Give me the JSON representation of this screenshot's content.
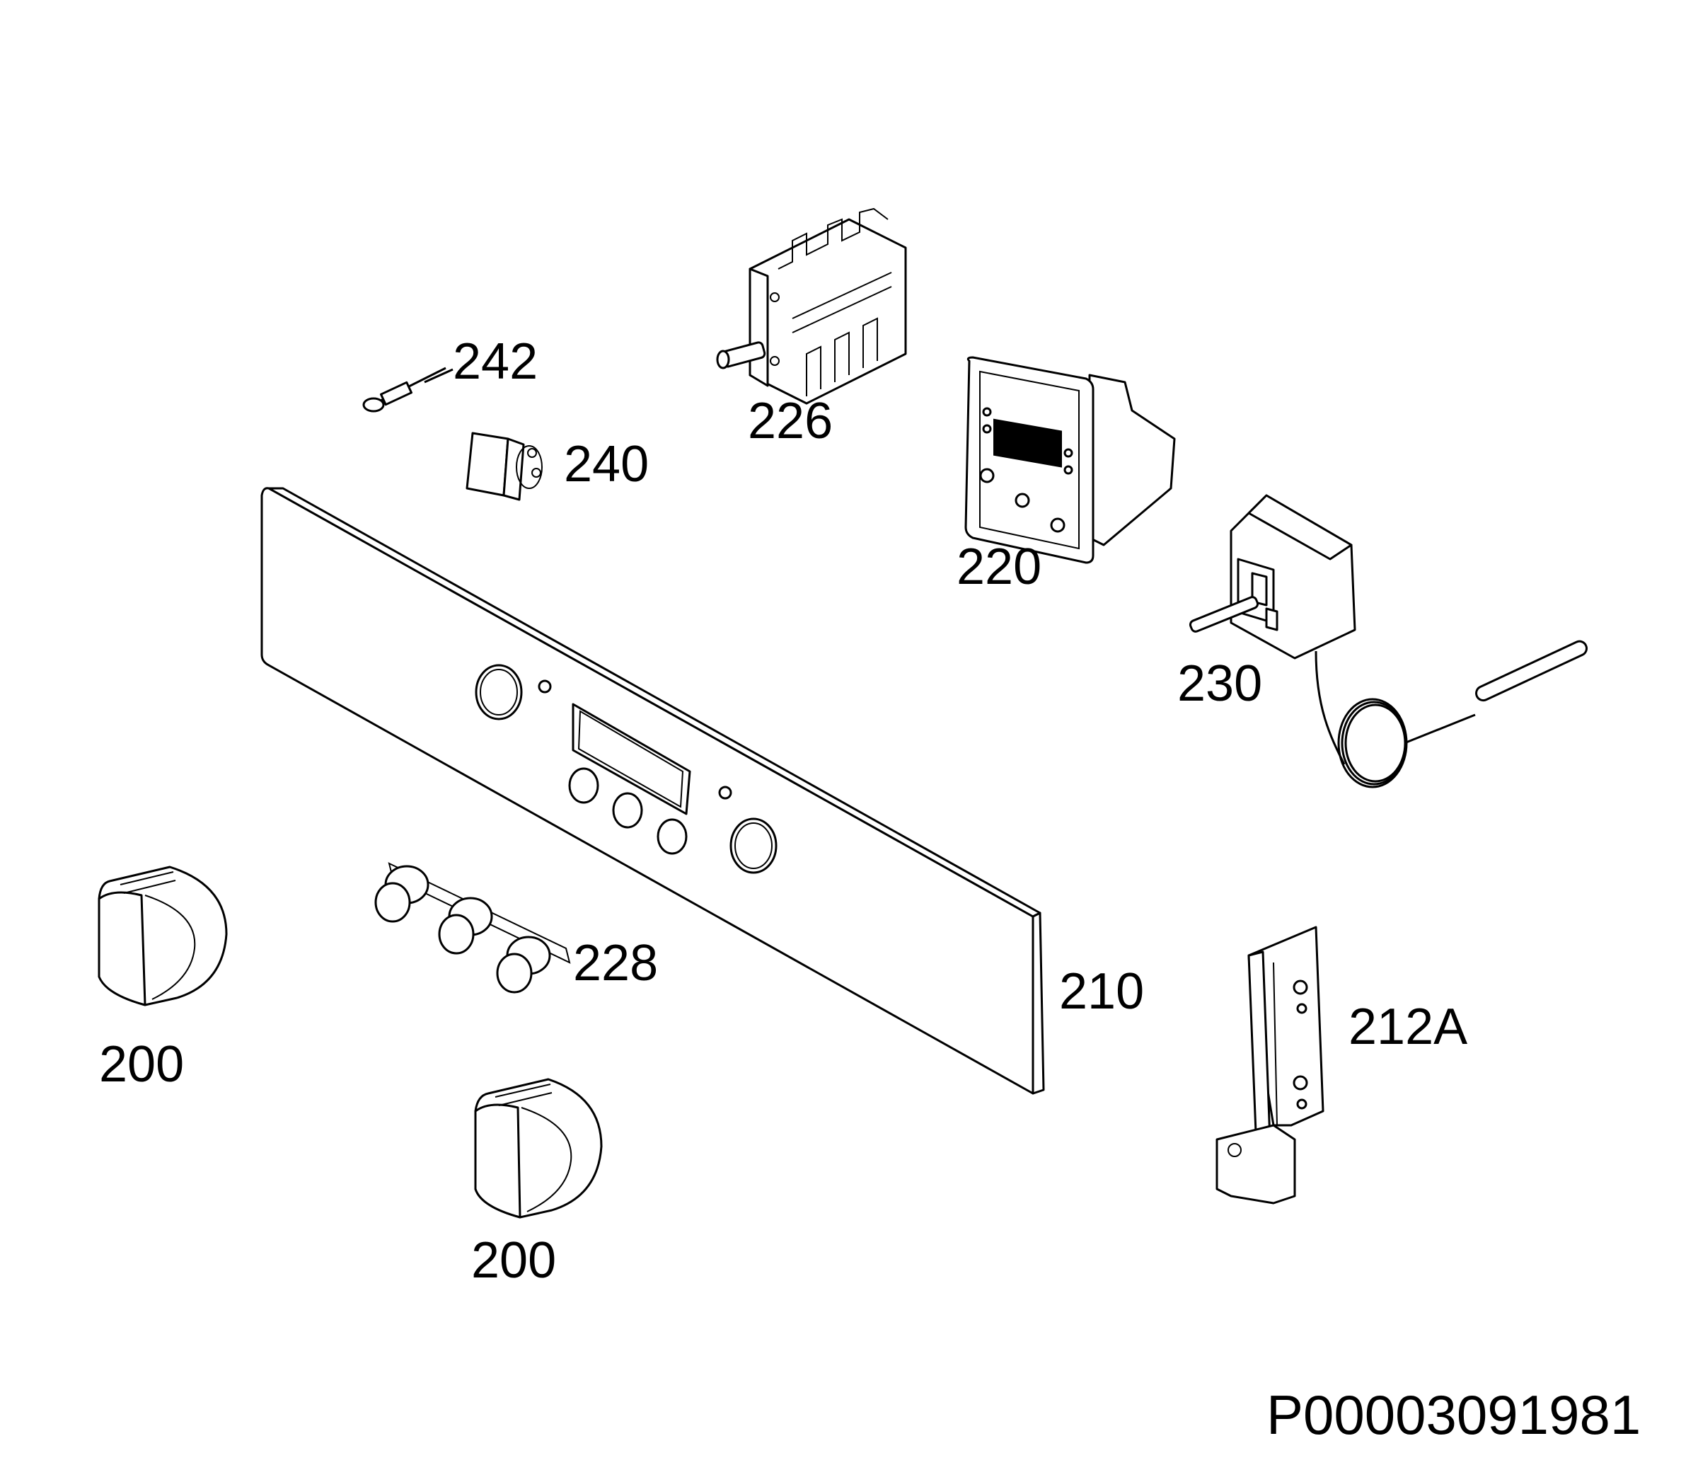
{
  "labels": {
    "part_242": "242",
    "part_240": "240",
    "part_226": "226",
    "part_220": "220",
    "part_230": "230",
    "part_228": "228",
    "part_210": "210",
    "part_212a": "212A",
    "part_200_left": "200",
    "part_200_bottom": "200"
  },
  "drawing_code": "P00003091981"
}
